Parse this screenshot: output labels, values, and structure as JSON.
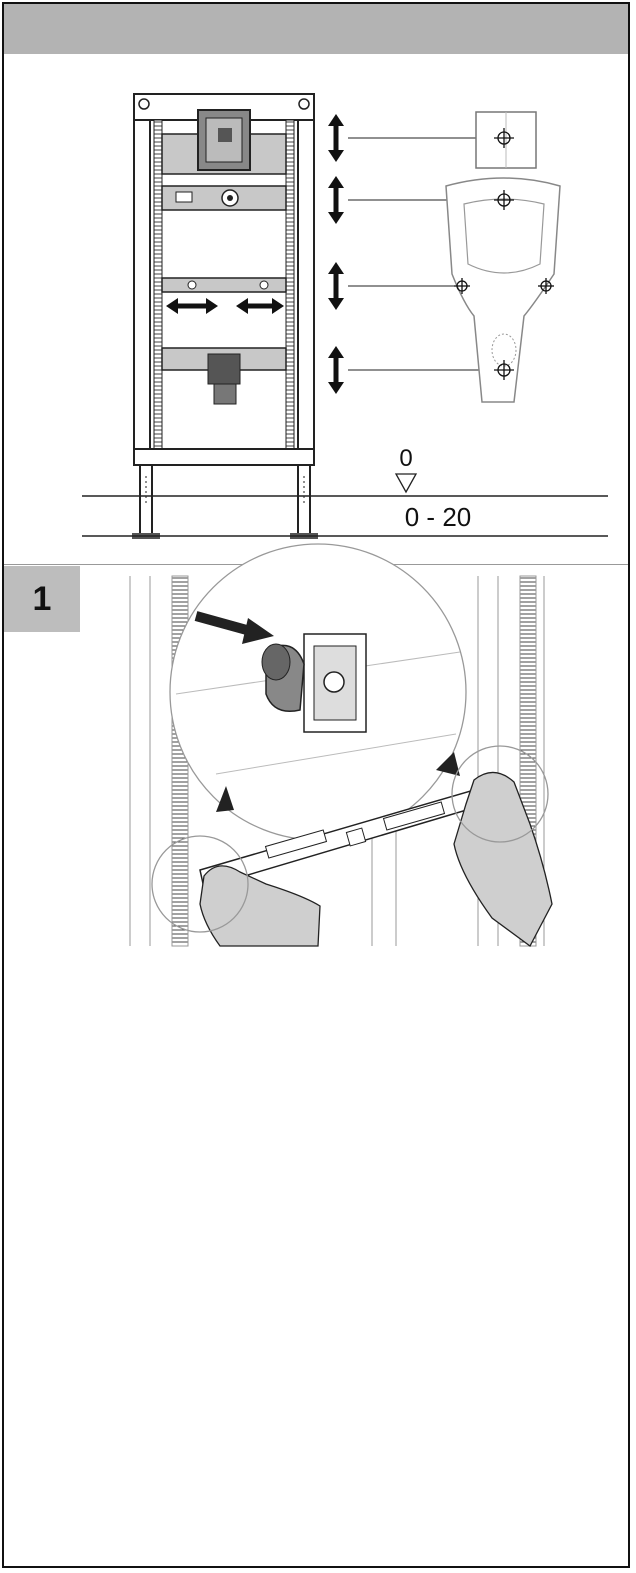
{
  "diagram": {
    "level_zero": "0",
    "level_range": "0 - 20",
    "step_number": "1",
    "colors": {
      "frame_line": "#222222",
      "panel_fill": "#c8c8c8",
      "dark_part": "#555555",
      "header_band": "#b3b3b3",
      "step_badge": "#bdbdbd",
      "hand_fill": "#cfcfcf"
    },
    "icons": [
      "vertical-double-arrow-icon",
      "horizontal-double-arrow-icon",
      "crosshair-icon",
      "level-triangle-icon",
      "pointing-arrow-icon"
    ]
  }
}
